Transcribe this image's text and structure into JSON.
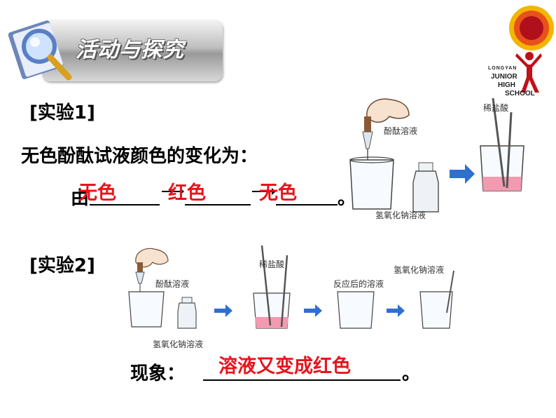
{
  "banner": {
    "title": "活动与探究"
  },
  "logo": {
    "line1": "LONGYAN",
    "line2": "JUNIOR",
    "line3": "HIGH",
    "line4": "SCHOOL"
  },
  "experiment1": {
    "heading": "[实验1]",
    "question": "无色酚酞试液颜色的变化为：",
    "prefix": "由",
    "answer1": "无色",
    "answer2": "红色",
    "answer3": "无色",
    "end": "。",
    "labels": {
      "dropper": "酚酞溶液",
      "bottle": "氢氧化钠溶液",
      "acid": "稀盐酸"
    }
  },
  "experiment2": {
    "heading": "[实验2]",
    "labels": {
      "dropper": "酚酞溶液",
      "bottle": "氢氧化钠溶液",
      "acid": "稀盐酸",
      "after": "反应后的溶液",
      "naoh": "氢氧化钠溶液"
    },
    "phenomenon_label": "现象：",
    "phenomenon_answer": "溶液又变成红色",
    "end": "。"
  },
  "colors": {
    "answer": "#e8141c",
    "arrow": "#2f6fd0",
    "pink": "#f29ab0"
  }
}
